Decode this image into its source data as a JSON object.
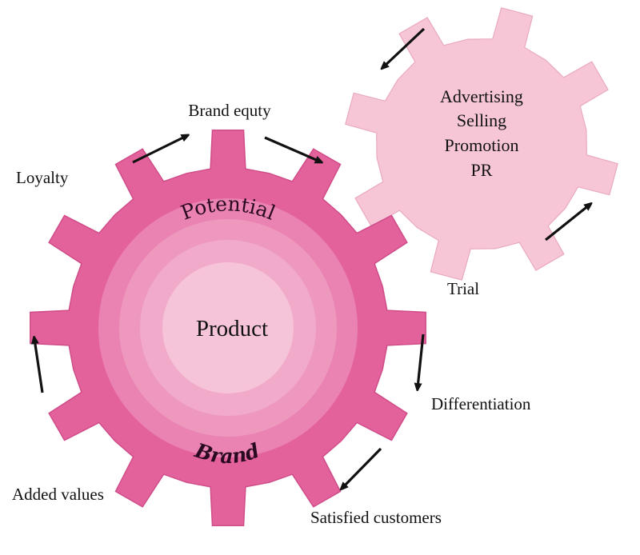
{
  "colors": {
    "big_gear": "#e3629c",
    "big_gear_edge": "#cf4c88",
    "ring_outer": "#ea82b2",
    "ring_middle": "#ee98be",
    "ring_inner": "#f1aac9",
    "core": "#f6c4d9",
    "small_gear": "#f6c6d7",
    "small_gear_edge": "#e9a9c0",
    "arrow": "#111111"
  },
  "big_gear": {
    "core_label": "Product",
    "ring_top_label": "Potential",
    "ring_bottom_label": "Brand"
  },
  "small_gear": {
    "lines": [
      "Advertising",
      "Selling",
      "Promotion",
      "PR"
    ]
  },
  "cycle_labels": {
    "brand_equity": "Brand equty",
    "loyalty": "Loyalty",
    "trial": "Trial",
    "differentiation": "Differentiation",
    "satisfied_customers": "Satisfied customers",
    "added_values": "Added values"
  },
  "icons": {
    "arrow": "arrow-icon",
    "gear": "gear-icon"
  }
}
